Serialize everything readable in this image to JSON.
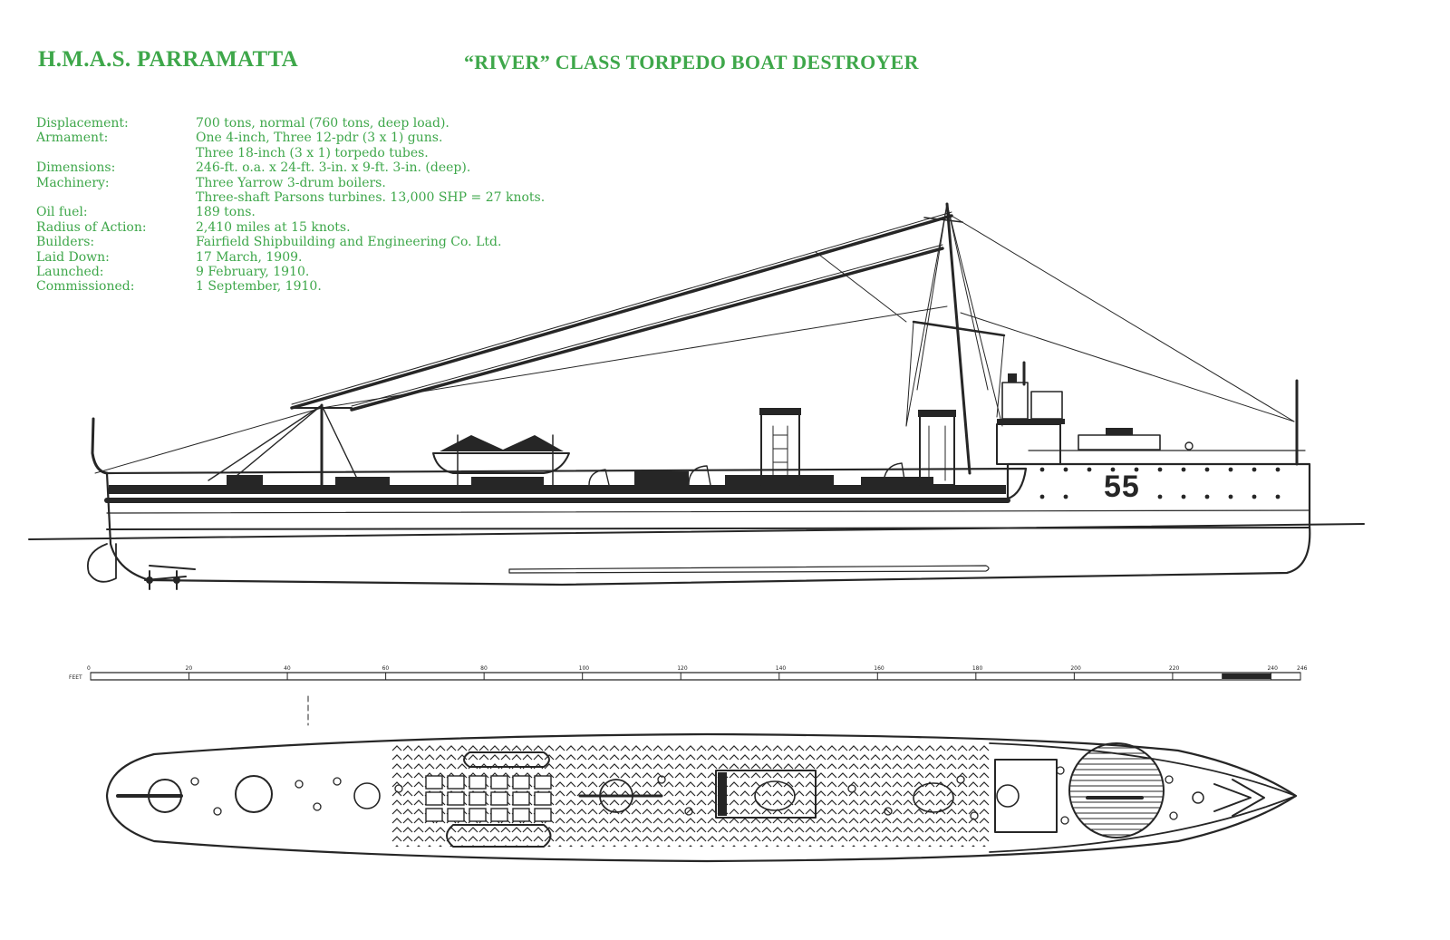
{
  "header": {
    "ship_name": "H.M.A.S. PARRAMATTA",
    "ship_class": "“RIVER” CLASS TORPEDO BOAT DESTROYER"
  },
  "specifications": [
    {
      "label": "Displacement:",
      "values": [
        "700 tons, normal (760 tons, deep load)."
      ]
    },
    {
      "label": "Armament:",
      "values": [
        "One 4-inch, Three 12-pdr (3 x 1) guns.",
        "Three 18-inch (3 x 1) torpedo tubes."
      ]
    },
    {
      "label": "Dimensions:",
      "values": [
        "246-ft. o.a. x 24-ft. 3-in. x 9-ft. 3-in. (deep)."
      ]
    },
    {
      "label": "Machinery:",
      "values": [
        "Three Yarrow 3-drum boilers.",
        "Three-shaft Parsons turbines. 13,000 SHP = 27 knots."
      ]
    },
    {
      "label": "Oil fuel:",
      "values": [
        "189 tons."
      ]
    },
    {
      "label": "Radius of Action:",
      "values": [
        "2,410 miles at 15 knots."
      ]
    },
    {
      "label": "Builders:",
      "values": [
        "Fairfield Shipbuilding and Engineering Co. Ltd."
      ]
    },
    {
      "label": "Laid Down:",
      "values": [
        "17 March, 1909."
      ]
    },
    {
      "label": "Launched:",
      "values": [
        "9 February, 1910."
      ]
    },
    {
      "label": "Commissioned:",
      "values": [
        "1 September, 1910."
      ]
    }
  ],
  "profile": {
    "hull_number": "55"
  },
  "scale": {
    "unit_label": "FEET",
    "ticks": [
      "0",
      "20",
      "40",
      "60",
      "80",
      "100",
      "120",
      "140",
      "160",
      "180",
      "200",
      "220",
      "240",
      "246"
    ]
  },
  "colors": {
    "text_green": "#3ea74a",
    "ink": "#262626"
  }
}
